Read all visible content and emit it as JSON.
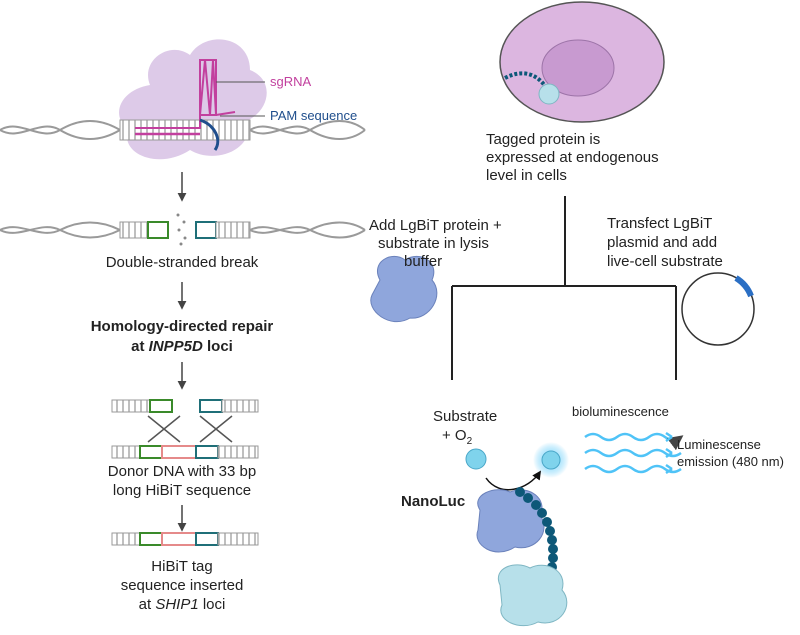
{
  "left": {
    "sgrna": "sgRNA",
    "pam": "PAM sequence",
    "step1": "Double-stranded break",
    "step2_line1": "Homology-directed repair",
    "step2_line2_pre": "at ",
    "step2_line2_gene": "INPP5D",
    "step2_line2_post": " loci",
    "step3_line1": "Donor DNA with 33 bp",
    "step3_line2": "long HiBiT sequence",
    "step4_line1": "HiBiT tag",
    "step4_line2": "sequence inserted",
    "step4_line3_pre": "at ",
    "step4_line3_gene": "SHIP1",
    "step4_line3_post": " loci"
  },
  "right": {
    "cell_line1": "Tagged protein is",
    "cell_line2": "expressed at endogenous",
    "cell_line3": "level in cells",
    "lysis_line1": "Add LgBiT protein +",
    "lysis_line2": "substrate in lysis",
    "lysis_line3": "buffer",
    "live_line1": "Transfect LgBiT",
    "live_line2": "plasmid and add",
    "live_line3": "live-cell substrate",
    "substrate_line1": "Substrate",
    "substrate_line2_pre": "+ O",
    "substrate_line2_sub": "2",
    "biolum": "bioluminescence",
    "emission_line1": "Luminescense",
    "emission_line2": "emission (480 nm)",
    "nanoluc": "NanoLuc"
  },
  "colors": {
    "sgrna": "#c2409e",
    "pam": "#1f4e8c",
    "cas9": "#d9c4e6",
    "cell": "#dcb6e0",
    "nucleus": "#c89ad0",
    "green_dna": "#3a8a2a",
    "teal_dna": "#1f6f78",
    "pink_dna": "#e58a8a",
    "protein": "#8fa6dc",
    "tag_protein": "#b7e0ea",
    "bead": "#0d5878",
    "glow": "#4fc3f7"
  }
}
